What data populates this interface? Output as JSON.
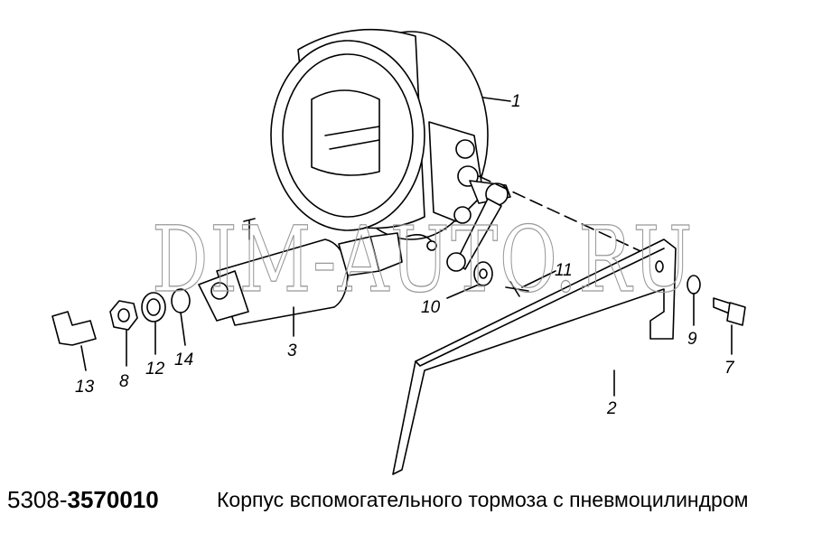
{
  "diagram": {
    "callouts": [
      "1",
      "2",
      "3",
      "7",
      "8",
      "9",
      "10",
      "11",
      "12",
      "13",
      "14"
    ],
    "watermark": "DIM-AUTO.RU"
  },
  "caption": {
    "code_prefix": "5308-",
    "code_main": "3570010",
    "description": "Корпус вспомогательного тормоза с пневмоцилиндром"
  }
}
